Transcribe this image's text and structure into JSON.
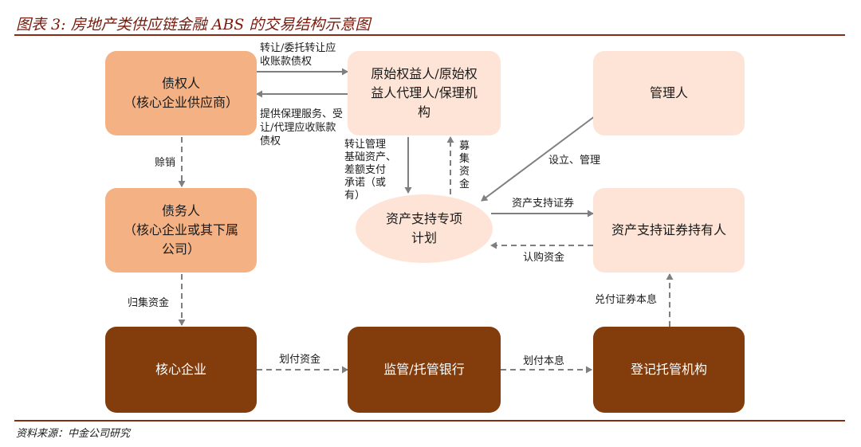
{
  "title": "图表 3: 房地产类供应链金融 ABS 的交易结构示意图",
  "source": "资料来源：中金公司研究",
  "nodes": {
    "creditor": {
      "line1": "债权人",
      "line2": "（核心企业供应商）"
    },
    "original_owner": {
      "line1": "原始权益人/原始权",
      "line2": "益人代理人/保理机",
      "line3": "构"
    },
    "manager": {
      "line1": "管理人"
    },
    "debtor": {
      "line1": "债务人",
      "line2": "（核心企业或其下属",
      "line3": "公司）"
    },
    "abs_plan": {
      "line1": "资产支持专项",
      "line2": "计划"
    },
    "holders": {
      "line1": "资产支持证券持有人"
    },
    "core_enterprise": {
      "line1": "核心企业"
    },
    "bank": {
      "line1": "监管/托管银行"
    },
    "registry": {
      "line1": "登记托管机构"
    }
  },
  "edges": {
    "transfer_receivables": {
      "line1": "转让/委托转让应",
      "line2": "收账款债权"
    },
    "factoring_service": {
      "line1": "提供保理服务、受",
      "line2": "让/代理应收账款",
      "line3": "债权"
    },
    "purchase_sale": "赊销",
    "transfer_assets": {
      "line1": "转让管理",
      "line2": "基础资产、",
      "line3": "差额支付",
      "line4": "承诺（或",
      "line5": "有）"
    },
    "raise_funds": "募集资金",
    "setup_manage": "设立、管理",
    "abs_securities": "资产支持证券",
    "subscription_funds": "认购资金",
    "collect_funds": "归集资金",
    "pay_funds": "划付资金",
    "pay_principal_interest": "划付本息",
    "redeem_principal_interest": "兑付证券本息"
  }
}
